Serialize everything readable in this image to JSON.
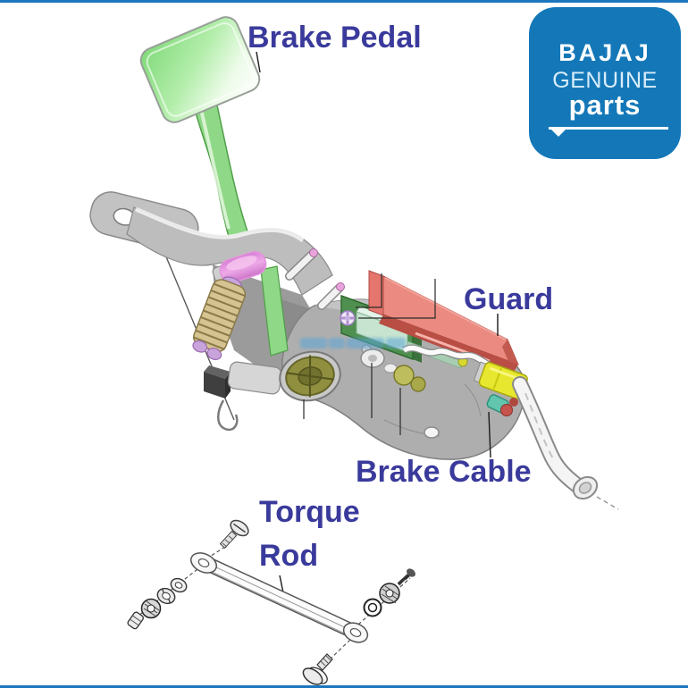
{
  "page": {
    "background": "#ffffff",
    "accent_bar_color": "#1d76bd"
  },
  "logo": {
    "brand": "BAJAJ",
    "line2": "GENUINE",
    "line3": "parts",
    "bg_color": "#1478b8",
    "text_color": "#ffffff",
    "soft_text_color": "#d9edfb"
  },
  "labels": {
    "color": "#3a3a9c",
    "brake_pedal": "Brake Pedal",
    "guard": "Guard",
    "brake_cable": "Brake Cable",
    "torque_rod_line1": "Torque",
    "torque_rod_line2": "Rod"
  },
  "diagram": {
    "description": "Exploded parts illustration of a brake pedal assembly with guard, brake cable crank and torque rod",
    "colors": {
      "pedal_green": "#7ed977",
      "arm_green": "#8fd887",
      "bracket_gray": "#bdbdbd",
      "body_gray": "#aeaeae",
      "pin_pink": "#e493de",
      "spring_tan": "#d5c391",
      "spring_end_purple": "#c9a3dc",
      "guard_red": "#ea8a80",
      "guard_red_dark": "#b84e44",
      "plate_green": "#4f8f4f",
      "plate_mint": "#c6e4cf",
      "adjuster_yellow": "#e7e72f",
      "clip_teal": "#62c6ae",
      "washer_red": "#c4544c",
      "bushing_olive": "#8f8f3f",
      "metal_outline": "#555555"
    }
  }
}
